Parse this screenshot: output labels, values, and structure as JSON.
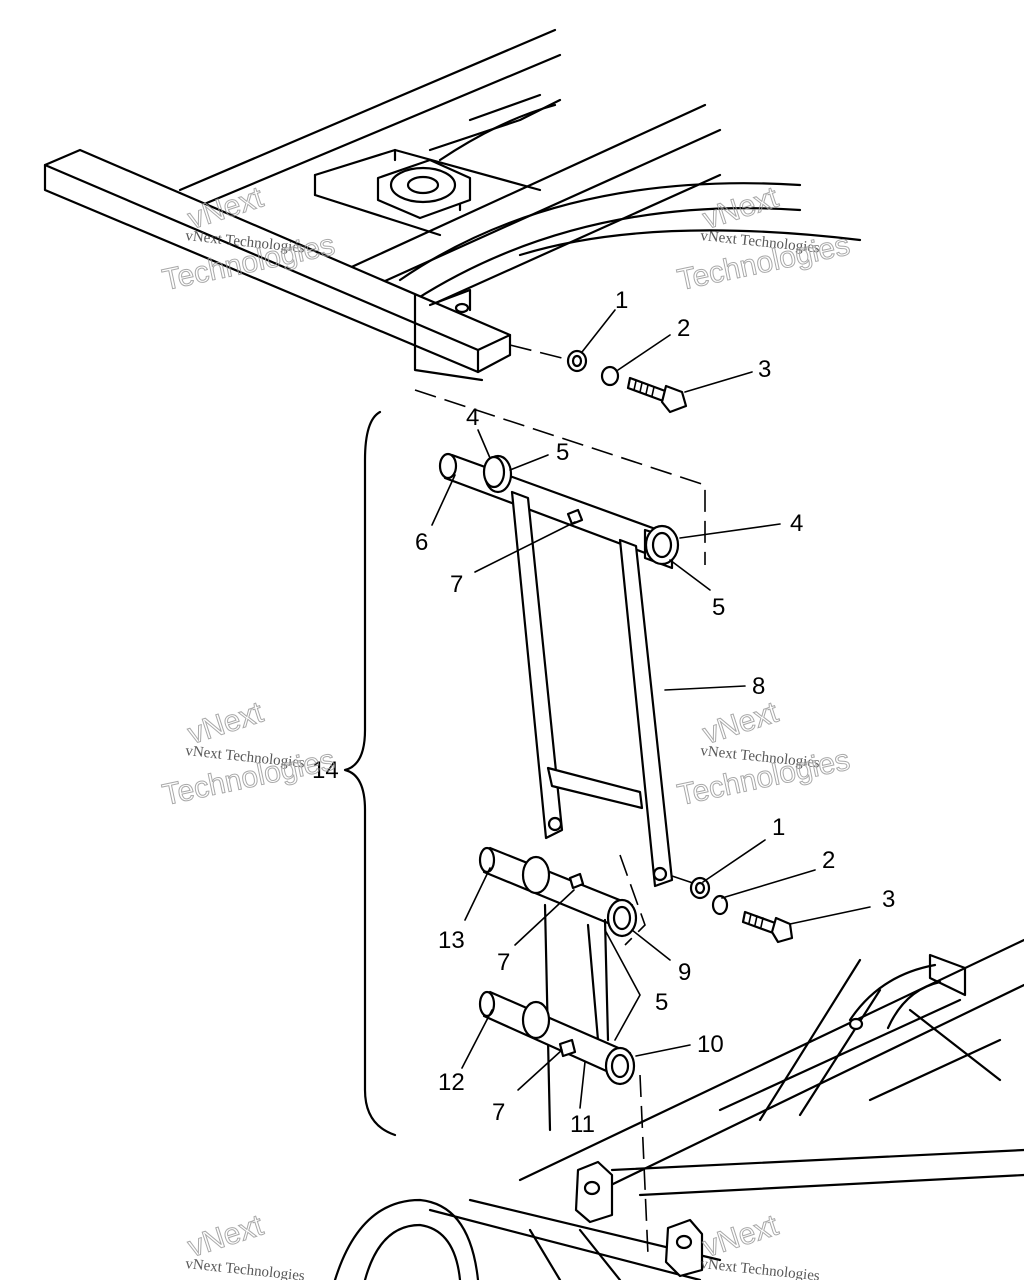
{
  "callouts": [
    "1",
    "2",
    "3",
    "4",
    "5",
    "6",
    "7",
    "8",
    "9",
    "10",
    "11",
    "12",
    "13",
    "14"
  ],
  "watermark": {
    "line_small": "vNext Technologies",
    "line_big_top": "vNext",
    "line_big_bottom": "Technologies"
  }
}
